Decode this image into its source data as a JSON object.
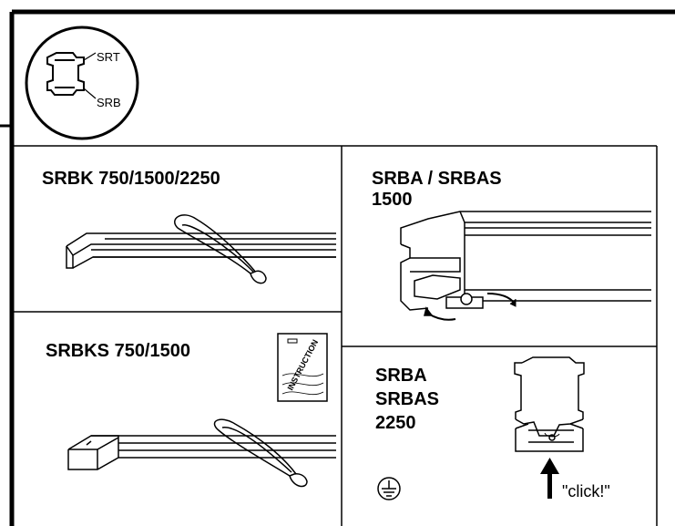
{
  "legend": {
    "top_label": "SRT",
    "bottom_label": "SRB"
  },
  "panels": {
    "srbk": {
      "title": "SRBK 750/1500/2250"
    },
    "srbks": {
      "title": "SRBKS 750/1500",
      "booklet_text": "INSTRUCTION"
    },
    "srba_1500": {
      "title_line1": "SRBA / SRBAS",
      "title_line2": "1500"
    },
    "srba_2250": {
      "line1": "SRBA",
      "line2": "SRBAS",
      "line3": "2250",
      "click_label": "\"click!\""
    }
  },
  "icons": {
    "ground": "ground-icon",
    "arrow": "arrow-up-icon"
  }
}
